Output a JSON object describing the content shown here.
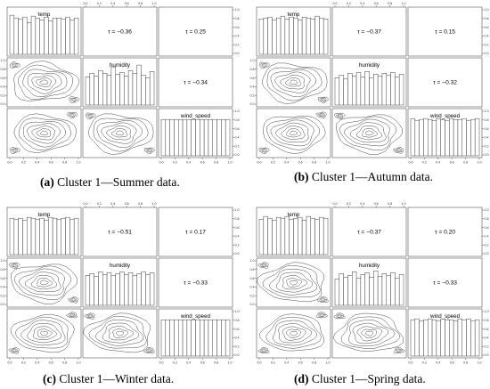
{
  "chart_data": [
    {
      "type": "pairs",
      "panel_label": "(a)",
      "caption": "Cluster 1—Summer data.",
      "variables": [
        "temp",
        "humidity",
        "wind_speed"
      ],
      "tau": {
        "temp_humidity": "τ = −0.36",
        "temp_wind_speed": "τ = 0.25",
        "humidity_wind_speed": "τ = −0.34"
      },
      "histograms": {
        "temp": [
          0.86,
          0.8,
          0.78,
          0.82,
          0.7,
          0.84,
          0.8,
          0.76,
          0.82,
          0.74,
          0.8,
          0.8,
          0.78,
          0.82,
          0.76,
          0.8
        ],
        "humidity": [
          0.62,
          0.7,
          0.64,
          0.76,
          0.7,
          0.66,
          0.84,
          0.68,
          0.72,
          0.64,
          0.76,
          0.7,
          0.88,
          0.66,
          0.6,
          0.74
        ],
        "wind_speed": [
          0.8,
          0.8,
          0.8,
          0.8,
          0.8,
          0.8,
          0.8,
          0.8,
          0.8,
          0.8,
          0.8,
          0.8,
          0.8,
          0.8,
          0.8,
          0.8
        ]
      },
      "axis_ticks": [
        "0.0",
        "0.2",
        "0.4",
        "0.6",
        "0.8",
        "1.0"
      ]
    },
    {
      "type": "pairs",
      "panel_label": "(b)",
      "caption": "Cluster 1—Autumn data.",
      "variables": [
        "temp",
        "humidity",
        "wind_speed"
      ],
      "tau": {
        "temp_humidity": "τ = −0.37",
        "temp_wind_speed": "τ = 0.15",
        "humidity_wind_speed": "τ = −0.32"
      },
      "histograms": {
        "temp": [
          0.78,
          0.8,
          0.82,
          0.76,
          0.8,
          0.84,
          0.78,
          0.82,
          0.8,
          0.76,
          0.82,
          0.8,
          0.78,
          0.84,
          0.8,
          0.78
        ],
        "humidity": [
          0.6,
          0.66,
          0.58,
          0.7,
          0.64,
          0.72,
          0.62,
          0.74,
          0.6,
          0.68,
          0.64,
          0.7,
          0.66,
          0.72,
          0.62,
          0.68
        ],
        "wind_speed": [
          0.82,
          0.78,
          0.8,
          0.82,
          0.8,
          0.78,
          0.82,
          0.8,
          0.78,
          0.82,
          0.8,
          0.8,
          0.82,
          0.78,
          0.8,
          0.82
        ]
      },
      "axis_ticks": [
        "0.0",
        "0.2",
        "0.4",
        "0.6",
        "0.8",
        "1.0"
      ]
    },
    {
      "type": "pairs",
      "panel_label": "(c)",
      "caption": "Cluster 1—Winter data.",
      "variables": [
        "temp",
        "humidity",
        "wind_speed"
      ],
      "tau": {
        "temp_humidity": "τ = −0.51",
        "temp_wind_speed": "τ = 0.17",
        "humidity_wind_speed": "τ = −0.33"
      },
      "histograms": {
        "temp": [
          0.8,
          0.78,
          0.8,
          0.76,
          0.82,
          0.8,
          0.78,
          0.8,
          0.76,
          0.82,
          0.8,
          0.78,
          0.8,
          0.82,
          0.78,
          0.8
        ],
        "humidity": [
          0.66,
          0.7,
          0.64,
          0.74,
          0.68,
          0.72,
          0.66,
          0.7,
          0.74,
          0.68,
          0.72,
          0.66,
          0.7,
          0.74,
          0.68,
          0.72
        ],
        "wind_speed": [
          0.8,
          0.8,
          0.8,
          0.8,
          0.8,
          0.8,
          0.8,
          0.8,
          0.8,
          0.8,
          0.8,
          0.8,
          0.8,
          0.8,
          0.8,
          0.8
        ]
      },
      "axis_ticks": [
        "0.0",
        "0.2",
        "0.4",
        "0.6",
        "0.8",
        "1.0"
      ]
    },
    {
      "type": "pairs",
      "panel_label": "(d)",
      "caption": "Cluster 1—Spring data.",
      "variables": [
        "temp",
        "humidity",
        "wind_speed"
      ],
      "tau": {
        "temp_humidity": "τ = −0.37",
        "temp_wind_speed": "τ = 0.20",
        "humidity_wind_speed": "τ = −0.33"
      },
      "histograms": {
        "temp": [
          0.78,
          0.84,
          0.8,
          0.76,
          0.82,
          0.8,
          0.84,
          0.78,
          0.8,
          0.82,
          0.76,
          0.84,
          0.8,
          0.78,
          0.82,
          0.8
        ],
        "humidity": [
          0.58,
          0.7,
          0.62,
          0.66,
          0.74,
          0.6,
          0.68,
          0.72,
          0.62,
          0.76,
          0.64,
          0.7,
          0.66,
          0.72,
          0.6,
          0.68
        ],
        "wind_speed": [
          0.8,
          0.82,
          0.78,
          0.8,
          0.82,
          0.8,
          0.78,
          0.82,
          0.8,
          0.8,
          0.78,
          0.82,
          0.8,
          0.82,
          0.78,
          0.8
        ]
      },
      "axis_ticks": [
        "0.0",
        "0.2",
        "0.4",
        "0.6",
        "0.8",
        "1.0"
      ]
    }
  ]
}
